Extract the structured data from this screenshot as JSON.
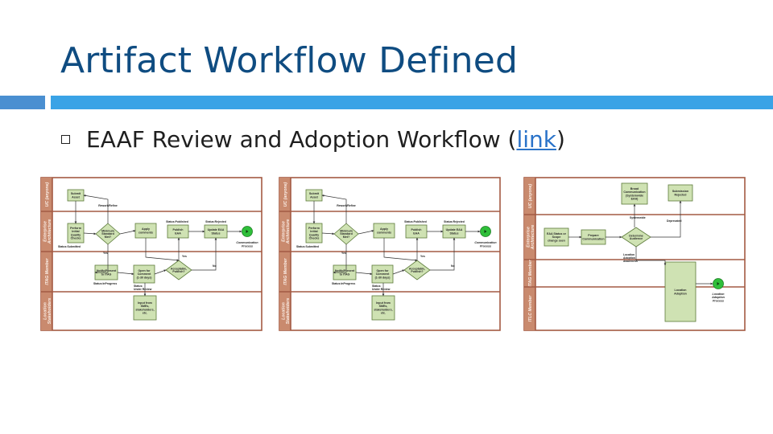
{
  "slide": {
    "title": "Artifact Workflow Defined",
    "bullet": {
      "text_before": "EAAF Review and Adoption Workflow (",
      "link_text": "link",
      "text_after": ")"
    }
  },
  "colors": {
    "title": "#0f4c81",
    "accent_bar": "#3aa3e6",
    "link": "#2a73c9",
    "lane_border": "#a35a43",
    "box_fill": "#cfe2b3",
    "end_node": "#2fbf3a"
  },
  "diagrams": [
    {
      "lanes": [
        "UC (anyone)",
        "Enterprise Architecture",
        "ITAG Member",
        "Location Stakeholders"
      ],
      "nodes": [
        {
          "id": "submit",
          "lines": [
            "Submit",
            "Asset"
          ]
        },
        {
          "id": "perform",
          "lines": [
            "Perform",
            "Initial",
            "Quality",
            "Checks"
          ]
        },
        {
          "id": "minstd",
          "lines": [
            "Minimum",
            "Standard",
            "Met?"
          ]
        },
        {
          "id": "apply",
          "lines": [
            "Apply",
            "comments"
          ]
        },
        {
          "id": "publish",
          "lines": [
            "Publish",
            "EAA"
          ]
        },
        {
          "id": "update",
          "lines": [
            "Update EAA",
            "Status"
          ]
        },
        {
          "id": "notify",
          "lines": [
            "Notify/Present",
            "to ITAG"
          ]
        },
        {
          "id": "open",
          "lines": [
            "Open for",
            "Comment",
            "(1-30 days)"
          ]
        },
        {
          "id": "accept",
          "lines": [
            "Acceptable,",
            "Publish?"
          ]
        },
        {
          "id": "input",
          "lines": [
            "Input from",
            "SMEs,",
            "stakeholders,",
            "etc."
          ]
        }
      ],
      "labels": [
        "Rework/Refine",
        "Status:Submitted",
        "Yes",
        "Status:Published",
        "Status:Rejected",
        "Yes",
        "No",
        "Status:InProgress",
        "Status:",
        "Under Review"
      ],
      "end_label": [
        "Communication",
        "Process"
      ]
    },
    {
      "lanes": [
        "UC (anyone)",
        "Enterprise Architecture",
        "ITAG Member",
        "Location Stakeholders"
      ],
      "nodes": [
        {
          "id": "submit",
          "lines": [
            "Submit",
            "Asset"
          ]
        },
        {
          "id": "perform",
          "lines": [
            "Perform",
            "Initial",
            "Quality",
            "Checks"
          ]
        },
        {
          "id": "minstd",
          "lines": [
            "Minimum",
            "Standard",
            "Met?"
          ]
        },
        {
          "id": "apply",
          "lines": [
            "Apply",
            "comments"
          ]
        },
        {
          "id": "publish",
          "lines": [
            "Publish",
            "EAA"
          ]
        },
        {
          "id": "update",
          "lines": [
            "Update EAA",
            "Status"
          ]
        },
        {
          "id": "notify",
          "lines": [
            "Notify/Present",
            "to ITAG"
          ]
        },
        {
          "id": "open",
          "lines": [
            "Open for",
            "Comment",
            "(1-30 days)"
          ]
        },
        {
          "id": "accept",
          "lines": [
            "Acceptable,",
            "Publish?"
          ]
        },
        {
          "id": "input",
          "lines": [
            "Input from",
            "SMEs,",
            "stakeholders,",
            "etc."
          ]
        }
      ],
      "labels": [
        "Rework/Refine",
        "Status:Submitted",
        "Yes",
        "Status:Published",
        "Status:Rejected",
        "Yes",
        "No",
        "Status:InProgress",
        "Status:",
        "Under Review"
      ],
      "end_label": [
        "Communication",
        "Process"
      ]
    },
    {
      "lanes": [
        "UC (anyone)",
        "Enterprise Architecture",
        "ITAG Member",
        "ITLC Member"
      ],
      "nodes": [
        {
          "id": "broad",
          "lines": [
            "Broad",
            "Communication",
            "(Systemwide",
            "EAA)"
          ]
        },
        {
          "id": "subrej",
          "lines": [
            "Submission",
            "Rejected"
          ]
        },
        {
          "id": "eaastatus",
          "lines": [
            "EAA Status or",
            "Scope",
            "change seen"
          ]
        },
        {
          "id": "prepare",
          "lines": [
            "Prepare",
            "Communication"
          ]
        },
        {
          "id": "determine",
          "lines": [
            "Determine",
            "Audience"
          ]
        },
        {
          "id": "locadopt",
          "lines": [
            "Location",
            "Adoption"
          ]
        }
      ],
      "labels": [
        "Systemwide",
        "Deprecated",
        "Location",
        "Adoption",
        "Awareness"
      ],
      "end_label": [
        "Location",
        "Adoption",
        "Process"
      ]
    }
  ]
}
